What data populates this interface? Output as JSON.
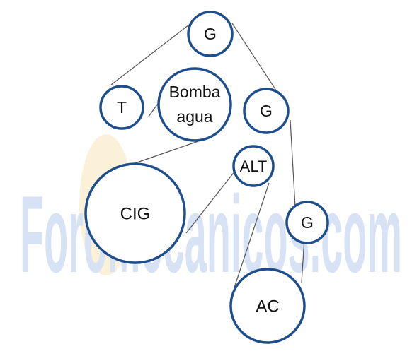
{
  "watermark": {
    "text": "ForoMecanicos.com",
    "color": "#d7e2f4",
    "accent_color": "#f5e6b8"
  },
  "colors": {
    "pulley_outline": "#1f4e8c",
    "belt": "#555555",
    "label": "#111111"
  },
  "pulleys": {
    "g_top": {
      "label": "G"
    },
    "tensor": {
      "label": "T"
    },
    "bomba": {
      "label_line1": "Bomba",
      "label_line2": "agua"
    },
    "g_mid": {
      "label": "G"
    },
    "alt": {
      "label": "ALT"
    },
    "cig": {
      "label": "CIG"
    },
    "g_low": {
      "label": "G"
    },
    "ac": {
      "label": "AC"
    }
  }
}
